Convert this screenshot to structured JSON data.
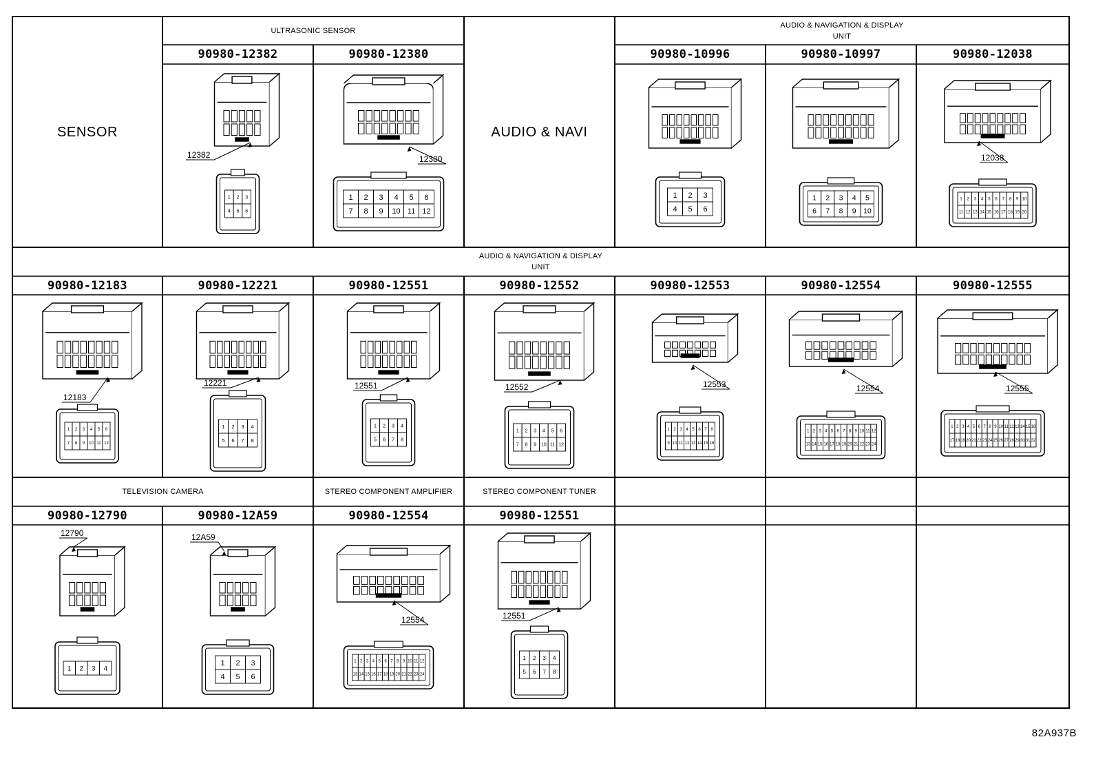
{
  "headers": {
    "sensor": "SENSOR",
    "ultrasonic_sensor": "ULTRASONIC SENSOR",
    "audio_navi": "AUDIO & NAVI",
    "audio_nav_display_line1": "AUDIO & NAVIGATION & DISPLAY",
    "audio_nav_display_line2": "UNIT",
    "audio_nav_display2_line1": "AUDIO & NAVIGATION & DISPLAY",
    "audio_nav_display2_line2": "UNIT",
    "television_camera": "TELEVISION CAMERA",
    "stereo_amplifier": "STEREO COMPONENT AMPLIFIER",
    "stereo_tuner": "STEREO COMPONENT TUNER"
  },
  "row1": [
    {
      "part": "90980-12382",
      "ref": "12382",
      "pins": [
        "1",
        "2",
        "3",
        "4",
        "5",
        "6"
      ]
    },
    {
      "part": "90980-12380",
      "ref": "12380",
      "pins": [
        "1",
        "2",
        "3",
        "4",
        "5",
        "6",
        "7",
        "8",
        "9",
        "10",
        "11",
        "12"
      ]
    },
    {
      "part": "90980-10996",
      "ref": "",
      "pins": [
        "1",
        "2",
        "3",
        "4",
        "5",
        "6"
      ]
    },
    {
      "part": "90980-10997",
      "ref": "",
      "pins": [
        "1",
        "2",
        "3",
        "4",
        "5",
        "6",
        "7",
        "8",
        "9",
        "10"
      ]
    },
    {
      "part": "90980-12038",
      "ref": "12038",
      "pins": [
        "1",
        "2",
        "3",
        "4",
        "5",
        "6",
        "7",
        "8",
        "9",
        "10",
        "11",
        "12",
        "13",
        "14",
        "15",
        "16",
        "17",
        "18",
        "19",
        "20"
      ]
    }
  ],
  "row2": [
    {
      "part": "90980-12183",
      "ref": "12183",
      "pins": [
        "1",
        "2",
        "3",
        "4",
        "5",
        "6",
        "7",
        "8",
        "9",
        "10",
        "11",
        "12"
      ]
    },
    {
      "part": "90980-12221",
      "ref": "12221",
      "pins": [
        "1",
        "2",
        "3",
        "4",
        "5",
        "6",
        "7",
        "8"
      ]
    },
    {
      "part": "90980-12551",
      "ref": "12551",
      "pins": [
        "1",
        "2",
        "3",
        "4",
        "5",
        "6",
        "7",
        "8"
      ]
    },
    {
      "part": "90980-12552",
      "ref": "12552",
      "pins": [
        "1",
        "2",
        "3",
        "4",
        "5",
        "6",
        "7",
        "8",
        "9",
        "10",
        "11",
        "12"
      ]
    },
    {
      "part": "90980-12553",
      "ref": "12553",
      "pins": [
        "1",
        "2",
        "3",
        "4",
        "5",
        "6",
        "7",
        "8",
        "9",
        "10",
        "11",
        "12",
        "13",
        "14",
        "15",
        "16"
      ]
    },
    {
      "part": "90980-12554",
      "ref": "12554",
      "pins": [
        "1",
        "2",
        "3",
        "4",
        "5",
        "6",
        "7",
        "8",
        "9",
        "10",
        "11",
        "12",
        "13",
        "14",
        "15",
        "16",
        "17",
        "18",
        "19",
        "20",
        "21",
        "22",
        "23",
        "24"
      ]
    },
    {
      "part": "90980-12555",
      "ref": "12555",
      "pins": [
        "1",
        "2",
        "3",
        "4",
        "5",
        "6",
        "7",
        "8",
        "9",
        "10",
        "11",
        "12",
        "13",
        "14",
        "15",
        "16",
        "17",
        "18",
        "19",
        "20",
        "21",
        "22",
        "23",
        "24",
        "25",
        "26",
        "27",
        "28",
        "29",
        "30",
        "31",
        "32"
      ]
    }
  ],
  "row3": [
    {
      "part": "90980-12790",
      "ref": "12790",
      "pins": [
        "1",
        "2",
        "3",
        "4"
      ]
    },
    {
      "part": "90980-12A59",
      "ref": "12A59",
      "pins": [
        "1",
        "2",
        "3",
        "4",
        "5",
        "6"
      ]
    },
    {
      "part": "90980-12554",
      "ref": "12554",
      "pins": [
        "1",
        "2",
        "3",
        "4",
        "5",
        "6",
        "7",
        "8",
        "9",
        "10",
        "11",
        "12",
        "13",
        "14",
        "15",
        "16",
        "17",
        "18",
        "19",
        "20",
        "21",
        "22",
        "23",
        "24"
      ]
    },
    {
      "part": "90980-12551",
      "ref": "12551",
      "pins": [
        "1",
        "2",
        "3",
        "4",
        "5",
        "6",
        "7",
        "8"
      ]
    }
  ],
  "diagram_code": "82A937B"
}
